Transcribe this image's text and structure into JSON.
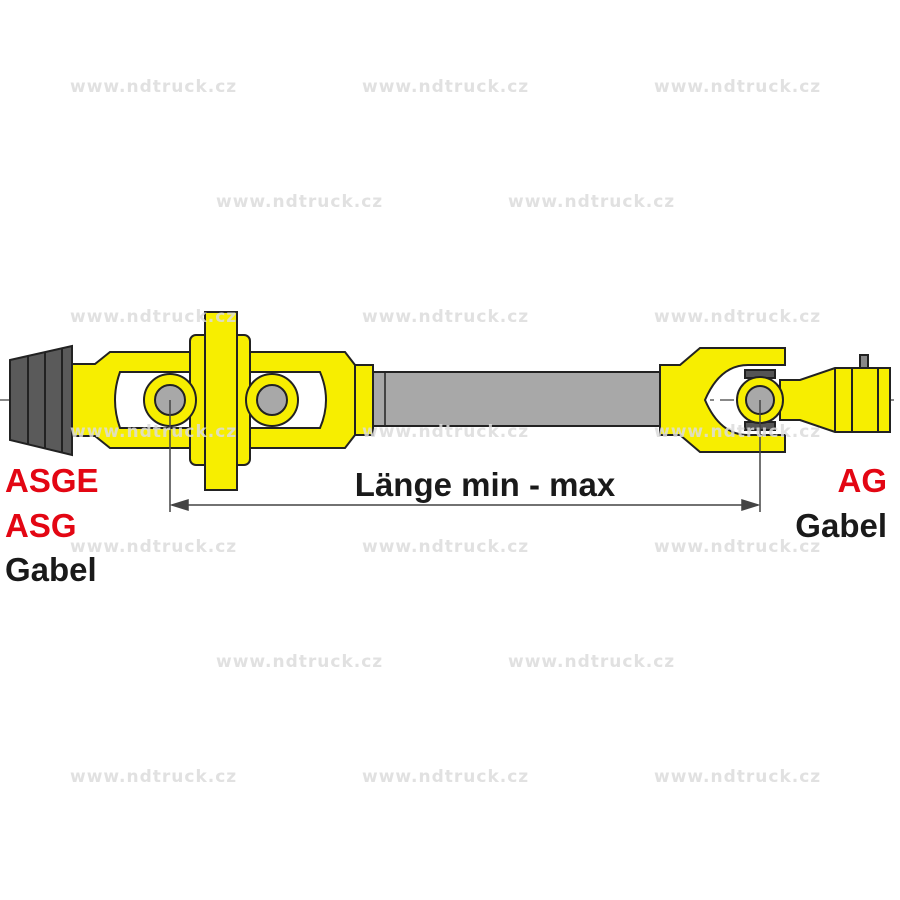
{
  "watermark": "www.ndtruck.cz",
  "dimension_label": "Länge min - max",
  "left_labels": [
    "ASGE",
    "ASG",
    "Gabel"
  ],
  "right_labels": [
    "AG",
    "Gabel"
  ],
  "colors": {
    "yoke": "#f7ee00",
    "tube": "#a8a8a8",
    "red_label": "#e30613",
    "black_label": "#1a1a1a",
    "watermark": "#dcdcdc"
  }
}
